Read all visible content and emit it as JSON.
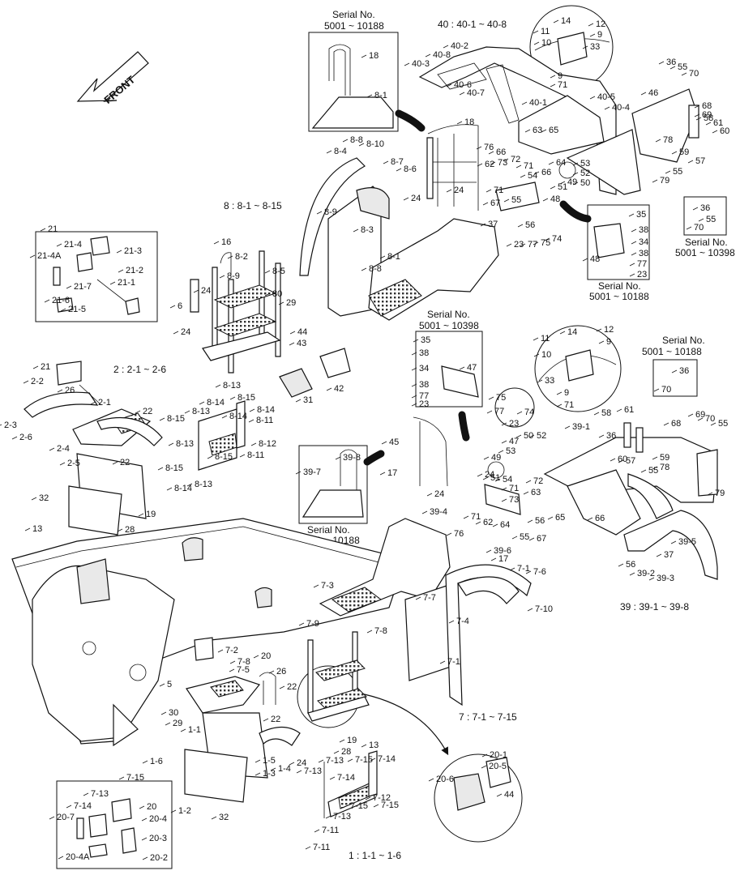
{
  "front_arrow": {
    "label": "FRONT"
  },
  "ranges": {
    "r40": "40 : 40-1 ~ 40-8",
    "r8": "8 : 8-1 ~ 8-15",
    "r2": "2 : 2-1 ~ 2-6",
    "r39": "39 : 39-1 ~ 39-8",
    "r7": "7 : 7-1 ~ 7-15",
    "r1": "1 : 1-1 ~ 1-6"
  },
  "serial_boxes": [
    {
      "title": "Serial No.",
      "range": "5001 ~ 10188"
    },
    {
      "title": "Serial No.",
      "range": "5001 ~ 10188"
    },
    {
      "title": "Serial No.",
      "range": "5001 ~ 10398"
    },
    {
      "title": "Serial No.",
      "range": "5001 ~ 10398"
    },
    {
      "title": "Serial No.",
      "range": "5001 ~ 10188"
    },
    {
      "title": "Serial No.",
      "range": "5001 ~ 10188"
    }
  ],
  "labels": [
    {
      "t": "18"
    },
    {
      "t": "8-1"
    },
    {
      "t": "40-1"
    },
    {
      "t": "40-2"
    },
    {
      "t": "40-3"
    },
    {
      "t": "40-8"
    },
    {
      "t": "40-6"
    },
    {
      "t": "40-7"
    },
    {
      "t": "40-5"
    },
    {
      "t": "40-4"
    },
    {
      "t": "14"
    },
    {
      "t": "12"
    },
    {
      "t": "11"
    },
    {
      "t": "9"
    },
    {
      "t": "10"
    },
    {
      "t": "33"
    },
    {
      "t": "9"
    },
    {
      "t": "71"
    },
    {
      "t": "36"
    },
    {
      "t": "55"
    },
    {
      "t": "70"
    },
    {
      "t": "46"
    },
    {
      "t": "68"
    },
    {
      "t": "69"
    },
    {
      "t": "58"
    },
    {
      "t": "61"
    },
    {
      "t": "60"
    },
    {
      "t": "59"
    },
    {
      "t": "57"
    },
    {
      "t": "78"
    },
    {
      "t": "79"
    },
    {
      "t": "55"
    },
    {
      "t": "63"
    },
    {
      "t": "65"
    },
    {
      "t": "76"
    },
    {
      "t": "66"
    },
    {
      "t": "72"
    },
    {
      "t": "73"
    },
    {
      "t": "71"
    },
    {
      "t": "64"
    },
    {
      "t": "53"
    },
    {
      "t": "62"
    },
    {
      "t": "66"
    },
    {
      "t": "52"
    },
    {
      "t": "51"
    },
    {
      "t": "49"
    },
    {
      "t": "50"
    },
    {
      "t": "54"
    },
    {
      "t": "71"
    },
    {
      "t": "48"
    },
    {
      "t": "67"
    },
    {
      "t": "55"
    },
    {
      "t": "56"
    },
    {
      "t": "23"
    },
    {
      "t": "77"
    },
    {
      "t": "75"
    },
    {
      "t": "74"
    },
    {
      "t": "36"
    },
    {
      "t": "55"
    },
    {
      "t": "70"
    },
    {
      "t": "35"
    },
    {
      "t": "38"
    },
    {
      "t": "34"
    },
    {
      "t": "48"
    },
    {
      "t": "38"
    },
    {
      "t": "77"
    },
    {
      "t": "23"
    },
    {
      "t": "8-8"
    },
    {
      "t": "8-10"
    },
    {
      "t": "8-4"
    },
    {
      "t": "8-7"
    },
    {
      "t": "8-6"
    },
    {
      "t": "18"
    },
    {
      "t": "24"
    },
    {
      "t": "24"
    },
    {
      "t": "8-9"
    },
    {
      "t": "8-3"
    },
    {
      "t": "8-8"
    },
    {
      "t": "8-1"
    },
    {
      "t": "37"
    },
    {
      "t": "21"
    },
    {
      "t": "21-4"
    },
    {
      "t": "21-3"
    },
    {
      "t": "21-4A"
    },
    {
      "t": "21-2"
    },
    {
      "t": "21-7"
    },
    {
      "t": "21-1"
    },
    {
      "t": "21-6"
    },
    {
      "t": "21-5"
    },
    {
      "t": "16"
    },
    {
      "t": "8-2"
    },
    {
      "t": "8-9"
    },
    {
      "t": "8-5"
    },
    {
      "t": "6"
    },
    {
      "t": "24"
    },
    {
      "t": "24"
    },
    {
      "t": "30"
    },
    {
      "t": "29"
    },
    {
      "t": "44"
    },
    {
      "t": "43"
    },
    {
      "t": "42"
    },
    {
      "t": "31"
    },
    {
      "t": "8-13"
    },
    {
      "t": "8-14"
    },
    {
      "t": "8-15"
    },
    {
      "t": "8-15"
    },
    {
      "t": "8-13"
    },
    {
      "t": "8-14"
    },
    {
      "t": "8-14"
    },
    {
      "t": "8-11"
    },
    {
      "t": "8-13"
    },
    {
      "t": "8-12"
    },
    {
      "t": "8-15"
    },
    {
      "t": "8-11"
    },
    {
      "t": "8-15"
    },
    {
      "t": "8-14"
    },
    {
      "t": "8-13"
    },
    {
      "t": "21"
    },
    {
      "t": "2-2"
    },
    {
      "t": "26"
    },
    {
      "t": "2-1"
    },
    {
      "t": "22"
    },
    {
      "t": "2-3"
    },
    {
      "t": "2-6"
    },
    {
      "t": "2-4"
    },
    {
      "t": "2-5"
    },
    {
      "t": "22"
    },
    {
      "t": "32"
    },
    {
      "t": "13"
    },
    {
      "t": "19"
    },
    {
      "t": "28"
    },
    {
      "t": "35"
    },
    {
      "t": "38"
    },
    {
      "t": "34"
    },
    {
      "t": "47"
    },
    {
      "t": "38"
    },
    {
      "t": "77"
    },
    {
      "t": "23"
    },
    {
      "t": "75"
    },
    {
      "t": "77"
    },
    {
      "t": "74"
    },
    {
      "t": "23"
    },
    {
      "t": "11"
    },
    {
      "t": "14"
    },
    {
      "t": "12"
    },
    {
      "t": "10"
    },
    {
      "t": "9"
    },
    {
      "t": "33"
    },
    {
      "t": "9"
    },
    {
      "t": "71"
    },
    {
      "t": "36"
    },
    {
      "t": "70"
    },
    {
      "t": "39-1"
    },
    {
      "t": "61"
    },
    {
      "t": "58"
    },
    {
      "t": "68"
    },
    {
      "t": "69"
    },
    {
      "t": "70"
    },
    {
      "t": "55"
    },
    {
      "t": "36"
    },
    {
      "t": "60"
    },
    {
      "t": "57"
    },
    {
      "t": "59"
    },
    {
      "t": "78"
    },
    {
      "t": "55"
    },
    {
      "t": "79"
    },
    {
      "t": "45"
    },
    {
      "t": "17"
    },
    {
      "t": "24"
    },
    {
      "t": "24"
    },
    {
      "t": "47"
    },
    {
      "t": "50"
    },
    {
      "t": "52"
    },
    {
      "t": "53"
    },
    {
      "t": "49"
    },
    {
      "t": "51"
    },
    {
      "t": "54"
    },
    {
      "t": "71"
    },
    {
      "t": "72"
    },
    {
      "t": "73"
    },
    {
      "t": "63"
    },
    {
      "t": "71"
    },
    {
      "t": "62"
    },
    {
      "t": "64"
    },
    {
      "t": "56"
    },
    {
      "t": "55"
    },
    {
      "t": "67"
    },
    {
      "t": "65"
    },
    {
      "t": "66"
    },
    {
      "t": "76"
    },
    {
      "t": "39-4"
    },
    {
      "t": "39-5"
    },
    {
      "t": "56"
    },
    {
      "t": "37"
    },
    {
      "t": "39-2"
    },
    {
      "t": "39-3"
    },
    {
      "t": "39-8"
    },
    {
      "t": "39-7"
    },
    {
      "t": "39-6"
    },
    {
      "t": "17"
    },
    {
      "t": "7-1"
    },
    {
      "t": "7-6"
    },
    {
      "t": "7-7"
    },
    {
      "t": "7-4"
    },
    {
      "t": "7-10"
    },
    {
      "t": "7-3"
    },
    {
      "t": "7-9"
    },
    {
      "t": "7-8"
    },
    {
      "t": "7-1"
    },
    {
      "t": "7-2"
    },
    {
      "t": "7-5"
    },
    {
      "t": "7-8"
    },
    {
      "t": "20"
    },
    {
      "t": "26"
    },
    {
      "t": "22"
    },
    {
      "t": "5"
    },
    {
      "t": "30"
    },
    {
      "t": "29"
    },
    {
      "t": "1-1"
    },
    {
      "t": "22"
    },
    {
      "t": "1-5"
    },
    {
      "t": "1-4"
    },
    {
      "t": "24"
    },
    {
      "t": "1-6"
    },
    {
      "t": "1-3"
    },
    {
      "t": "1-2"
    },
    {
      "t": "32"
    },
    {
      "t": "19"
    },
    {
      "t": "13"
    },
    {
      "t": "28"
    },
    {
      "t": "7-13"
    },
    {
      "t": "7-15"
    },
    {
      "t": "7-14"
    },
    {
      "t": "7-13"
    },
    {
      "t": "7-14"
    },
    {
      "t": "7-15"
    },
    {
      "t": "7-13"
    },
    {
      "t": "7-15"
    },
    {
      "t": "7-12"
    },
    {
      "t": "7-11"
    },
    {
      "t": "7-11"
    },
    {
      "t": "7-15"
    },
    {
      "t": "7-13"
    },
    {
      "t": "7-14"
    },
    {
      "t": "20"
    },
    {
      "t": "20-7"
    },
    {
      "t": "20-4"
    },
    {
      "t": "20-3"
    },
    {
      "t": "20-4A"
    },
    {
      "t": "20-2"
    },
    {
      "t": "20-1"
    },
    {
      "t": "20-5"
    },
    {
      "t": "20-6"
    },
    {
      "t": "44"
    },
    {
      "t": "43"
    },
    {
      "t": "31"
    },
    {
      "t": "42"
    }
  ]
}
